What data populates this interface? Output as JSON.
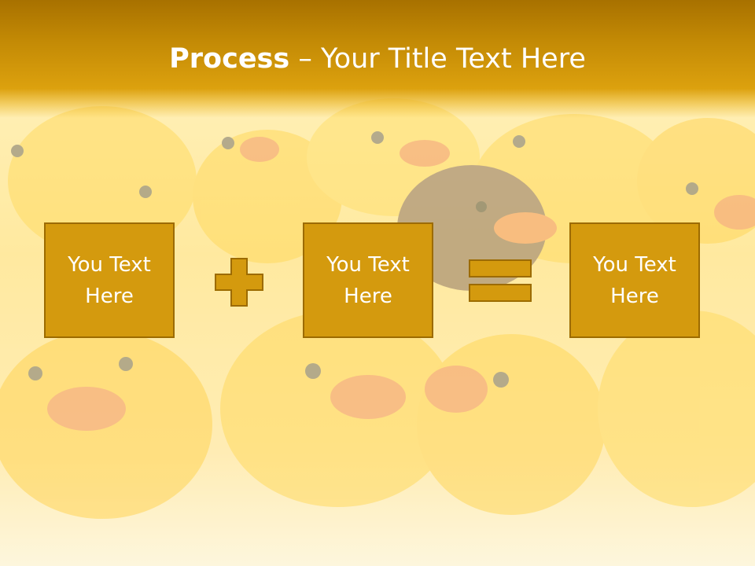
{
  "slide": {
    "title_bold": "Process",
    "title_rest": " – Your Title Text Here"
  },
  "process": {
    "box1": "You Text Here",
    "box2": "You Text Here",
    "box3": "You Text Here"
  },
  "operators": {
    "plus_icon": "plus-icon",
    "equals_icon": "equals-icon"
  },
  "colors": {
    "header": "#c38a05",
    "box_fill": "#d49a0e",
    "box_border": "#9c6b00",
    "text": "#ffffff"
  }
}
